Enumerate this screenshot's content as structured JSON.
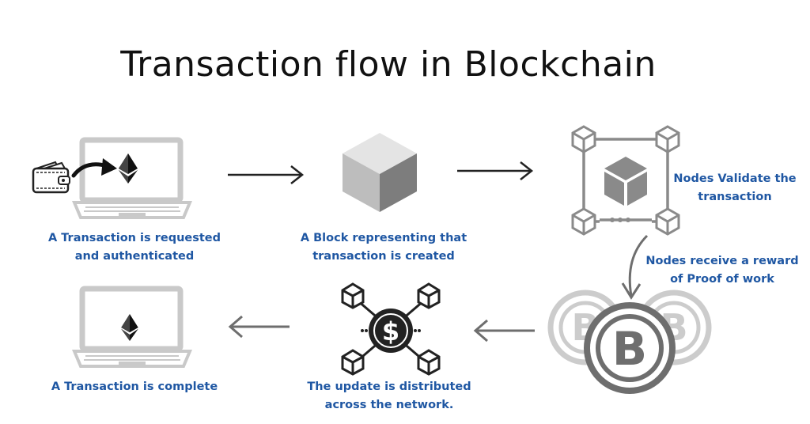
{
  "title": "Transaction flow in Blockchain",
  "colors": {
    "label_text": "#1f57a3",
    "icon_gray": "#8a8a8a",
    "dark_gray": "#6e6e6e",
    "light_gray": "#c9c9c9"
  },
  "steps": [
    {
      "id": "request",
      "icons": [
        "wallet-icon",
        "ethereum-icon",
        "laptop-icon"
      ],
      "lines": [
        "A Transaction is requested",
        "and authenticated"
      ]
    },
    {
      "id": "block",
      "icons": [
        "cube-icon"
      ],
      "lines": [
        "A Block representing that",
        "transaction is created"
      ]
    },
    {
      "id": "validate",
      "icons": [
        "node-network-icon"
      ],
      "lines": [
        "Nodes Validate the",
        "transaction"
      ]
    },
    {
      "id": "reward",
      "icons": [
        "bitcoin-coins-icon"
      ],
      "lines": [
        "Nodes receive a reward",
        "of Proof of work"
      ]
    },
    {
      "id": "distribute",
      "icons": [
        "dollar-network-icon"
      ],
      "lines": [
        "The update is distributed",
        "across the network."
      ]
    },
    {
      "id": "complete",
      "icons": [
        "laptop-icon",
        "ethereum-icon"
      ],
      "lines": [
        "A Transaction is complete"
      ]
    }
  ]
}
